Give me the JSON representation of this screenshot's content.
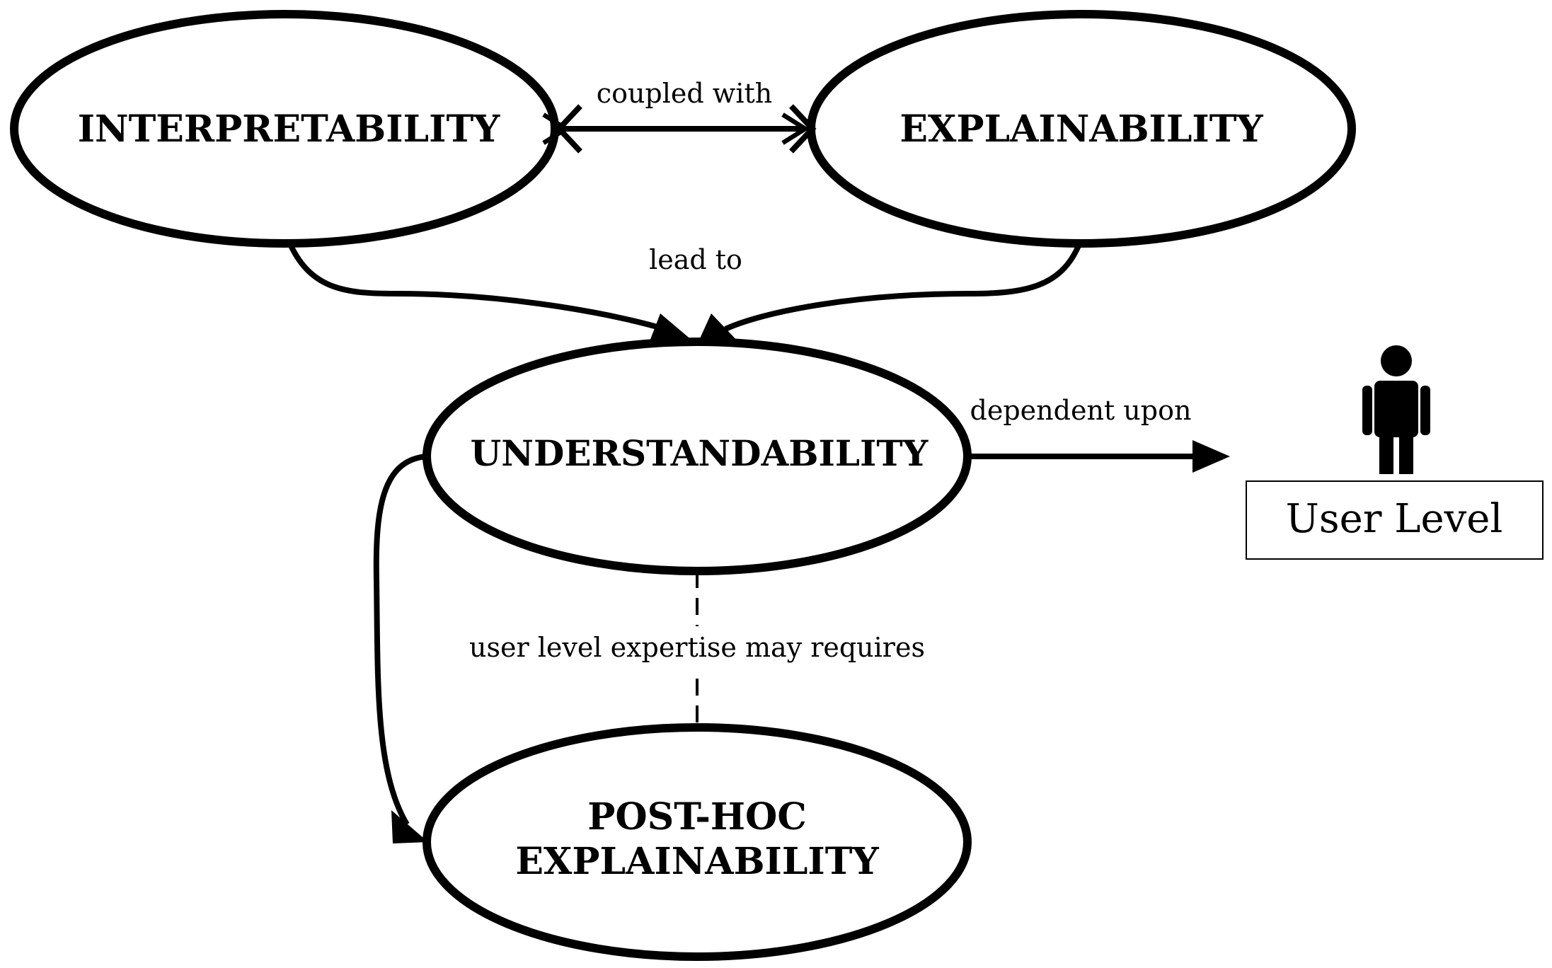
{
  "nodes": {
    "interpretability": "INTERPRETABILITY",
    "explainability": "EXPLAINABILITY",
    "understandability": "UNDERSTANDABILITY",
    "posthoc_line1": "POST-HOC",
    "posthoc_line2": "EXPLAINABILITY"
  },
  "edges": {
    "coupled_with": "coupled with",
    "lead_to": "lead to",
    "dependent_upon": "dependent upon",
    "user_level_expertise": "user level expertise may requires"
  },
  "user_box": {
    "label": "User Level",
    "icon": "person-icon"
  },
  "colors": {
    "stroke": "#000000",
    "background": "#ffffff"
  }
}
